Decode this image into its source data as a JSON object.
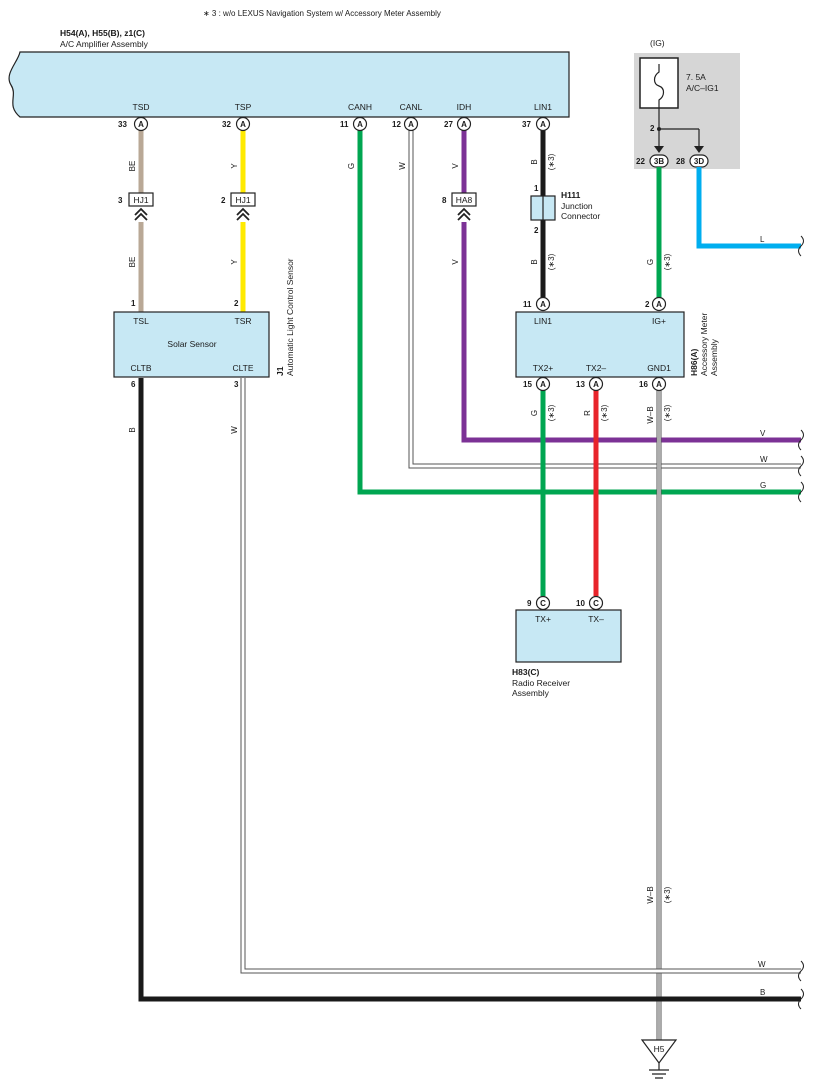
{
  "note": "∗ 3 : w/o LEXUS Navigation System w/ Accessory Meter Assembly",
  "amplifier": {
    "code": "H54(A), H55(B), z1(C)",
    "name": "A/C Amplifier Assembly",
    "pins": [
      {
        "num": "33",
        "conn": "A",
        "label": "TSD"
      },
      {
        "num": "32",
        "conn": "A",
        "label": "TSP"
      },
      {
        "num": "11",
        "conn": "A",
        "label": "CANH"
      },
      {
        "num": "12",
        "conn": "A",
        "label": "CANL"
      },
      {
        "num": "27",
        "conn": "A",
        "label": "IDH"
      },
      {
        "num": "37",
        "conn": "A",
        "label": "LIN1"
      }
    ]
  },
  "fuse": {
    "ig_label": "(IG)",
    "rating": "7. 5A",
    "name": "A/C–IG1",
    "pin": "2",
    "out_pins": [
      {
        "num": "22",
        "conn": "3B"
      },
      {
        "num": "28",
        "conn": "3D"
      }
    ]
  },
  "solar_sensor": {
    "code": "J1",
    "name": "Automatic Light Control Sensor",
    "title": "Solar Sensor",
    "pins_top": [
      {
        "num": "1",
        "label": "TSL"
      },
      {
        "num": "2",
        "label": "TSR"
      }
    ],
    "pins_bottom": [
      {
        "num": "6",
        "label": "CLTB"
      },
      {
        "num": "3",
        "label": "CLTE"
      }
    ]
  },
  "connectors": [
    {
      "num": "3",
      "name": "HJ1"
    },
    {
      "num": "2",
      "name": "HJ1"
    },
    {
      "num": "8",
      "name": "HA8"
    }
  ],
  "junction": {
    "code": "H111",
    "name1": "Junction",
    "name2": "Connector",
    "pin_top": "1",
    "pin_bottom": "2"
  },
  "meter": {
    "code": "H86(A)",
    "name1": "Accessory Meter",
    "name2": "Assembly",
    "pins_top": [
      {
        "num": "11",
        "conn": "A",
        "label": "LIN1"
      },
      {
        "num": "2",
        "conn": "A",
        "label": "IG+"
      }
    ],
    "pins_bottom": [
      {
        "num": "15",
        "conn": "A",
        "label": "TX2+"
      },
      {
        "num": "13",
        "conn": "A",
        "label": "TX2–"
      },
      {
        "num": "16",
        "conn": "A",
        "label": "GND1"
      }
    ]
  },
  "radio": {
    "code": "H83(C)",
    "name1": "Radio Receiver",
    "name2": "Assembly",
    "pins": [
      {
        "num": "9",
        "conn": "C",
        "label": "TX+"
      },
      {
        "num": "10",
        "conn": "C",
        "label": "TX–"
      }
    ]
  },
  "ground": {
    "code": "H5"
  },
  "wire_colors": {
    "tsd_1": "BE",
    "tsd_2": "BE",
    "tsp_1": "Y",
    "tsp_2": "Y",
    "canh": "G",
    "canl": "W",
    "idh_1": "V",
    "idh_2": "V",
    "lin_1": "B",
    "lin_2": "B",
    "ig_meter": "G",
    "l_out": "L",
    "cltb": "B",
    "clte": "W",
    "tx2p": "G",
    "tx2m": "R",
    "gnd_1": "W–B",
    "gnd_2": "W–B",
    "right_v": "V",
    "right_w1": "W",
    "right_g": "G",
    "right_w2": "W",
    "right_b": "B"
  },
  "star3": "(∗3)",
  "colors": {
    "beige": "#b9a896",
    "yellow": "#ffea00",
    "green": "#00a651",
    "purple": "#7c3296",
    "black": "#1a1a1a",
    "red": "#e8242b",
    "blue": "#00aeef",
    "box": "#c7e8f4",
    "fusebox": "#d6d6d6"
  }
}
